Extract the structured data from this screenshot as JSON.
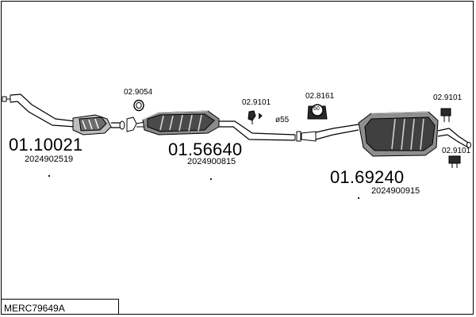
{
  "diagram_code": "MERC79649A",
  "parts": [
    {
      "part_number": "01.10021",
      "oem_number": "2024902519"
    },
    {
      "part_number": "01.56640",
      "oem_number": "2024900815"
    },
    {
      "part_number": "01.69240",
      "oem_number": "2024900915"
    }
  ],
  "accessories": [
    {
      "part_number": "02.9054"
    },
    {
      "part_number": "02.9101"
    },
    {
      "part_number": "02.8161",
      "badge": "60"
    },
    {
      "part_number": "02.9101"
    },
    {
      "part_number": "02.9101"
    }
  ],
  "pipe_diameter": "ø55",
  "colors": {
    "line": "#000000",
    "fill_light": "#ffffff",
    "fill_shade": "#9a9a9a",
    "fill_dark": "#3a3a3a"
  }
}
